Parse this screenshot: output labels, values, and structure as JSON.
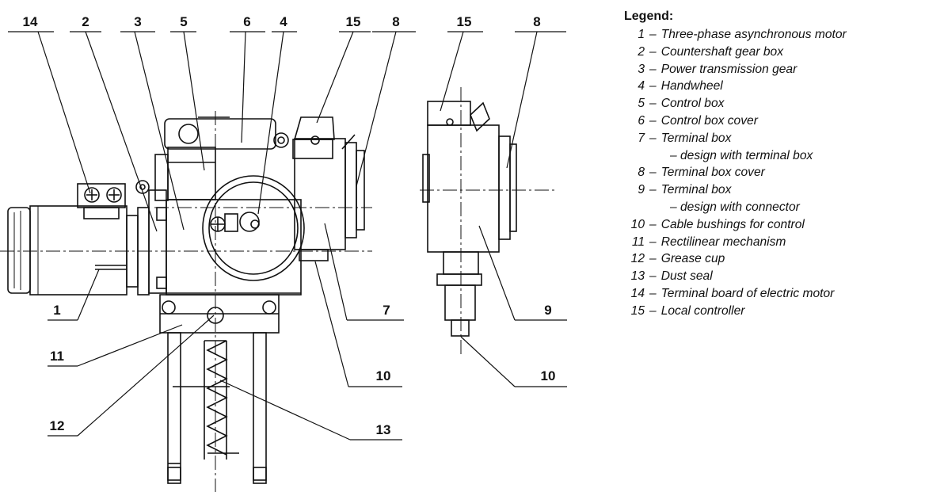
{
  "legend": {
    "title": "Legend:",
    "items": [
      {
        "num": "1",
        "text": "Three-phase asynchronous motor"
      },
      {
        "num": "2",
        "text": "Countershaft gear box"
      },
      {
        "num": "3",
        "text": "Power transmission gear"
      },
      {
        "num": "4",
        "text": "Handwheel"
      },
      {
        "num": "5",
        "text": "Control box"
      },
      {
        "num": "6",
        "text": "Control box cover"
      },
      {
        "num": "7",
        "text": "Terminal box",
        "sub": "– design with terminal box"
      },
      {
        "num": "8",
        "text": "Terminal box cover"
      },
      {
        "num": "9",
        "text": "Terminal box",
        "sub": "– design with connector"
      },
      {
        "num": "10",
        "text": "Cable bushings for control"
      },
      {
        "num": "11",
        "text": "Rectilinear mechanism"
      },
      {
        "num": "12",
        "text": "Grease cup"
      },
      {
        "num": "13",
        "text": "Dust seal"
      },
      {
        "num": "14",
        "text": "Terminal board of electric motor"
      },
      {
        "num": "15",
        "text": "Local controller"
      }
    ]
  },
  "callouts": {
    "c14": "14",
    "c2": "2",
    "c3": "3",
    "c5": "5",
    "c6": "6",
    "c4": "4",
    "c15a": "15",
    "c8a": "8",
    "c15b": "15",
    "c8b": "8",
    "c1": "1",
    "c7": "7",
    "c11": "11",
    "c10a": "10",
    "c12": "12",
    "c13": "13",
    "c9": "9",
    "c10b": "10"
  }
}
